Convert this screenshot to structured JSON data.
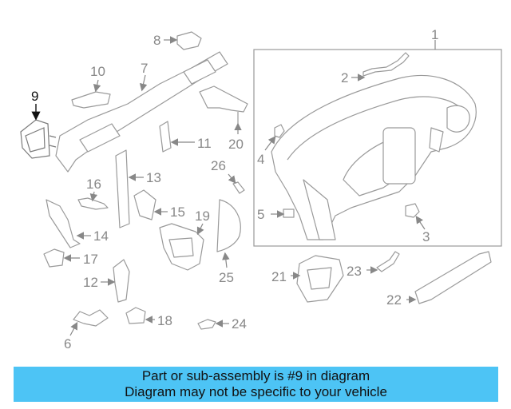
{
  "diagram": {
    "highlight_color": "#4dc4f5",
    "callouts": [
      "1",
      "2",
      "3",
      "4",
      "5",
      "6",
      "7",
      "8",
      "9",
      "10",
      "11",
      "12",
      "13",
      "14",
      "15",
      "16",
      "17",
      "18",
      "19",
      "20",
      "21",
      "22",
      "23",
      "24",
      "25",
      "26"
    ],
    "highlighted_part": "9"
  },
  "banner": {
    "line1": "Part or sub-assembly is #9 in diagram",
    "line2": "Diagram may not be specific to your vehicle"
  }
}
